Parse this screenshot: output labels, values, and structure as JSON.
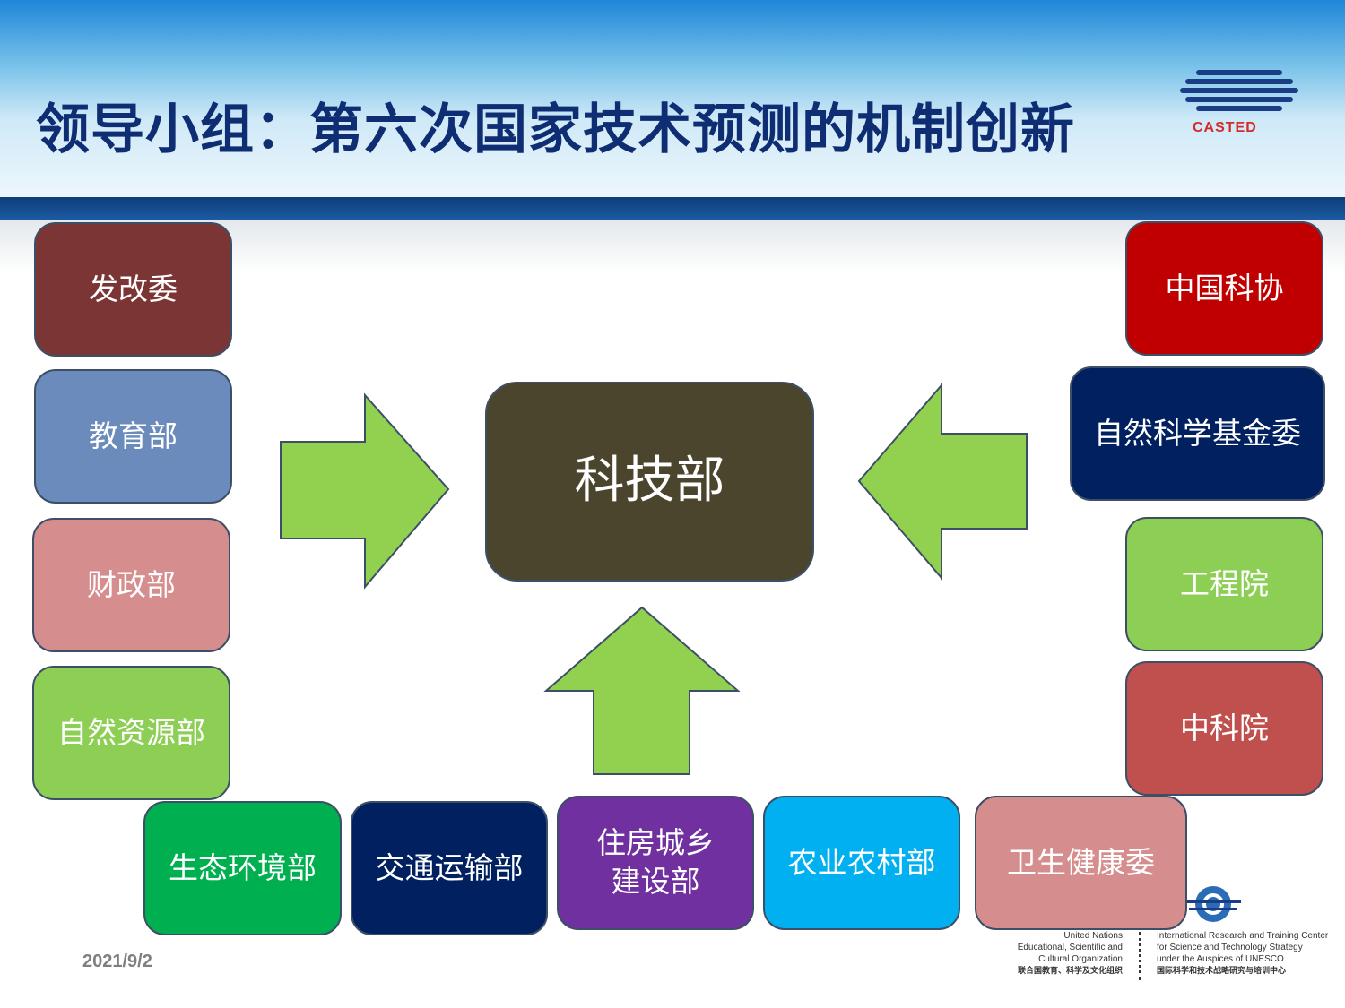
{
  "title": "领导小组：第六次国家技术预测的机制创新",
  "logo": {
    "text": "CASTED",
    "color": "#d42a2a"
  },
  "center": {
    "label": "科技部",
    "color": "#4b452d"
  },
  "boxes": {
    "fagaiwei": {
      "label": "发改委",
      "color": "#7b3535"
    },
    "jiaoyubu": {
      "label": "教育部",
      "color": "#6b8bbd"
    },
    "caizhengbu": {
      "label": "财政部",
      "color": "#d68d8d"
    },
    "ziranziyuanbu": {
      "label": "自然资源部",
      "color": "#8dcf55"
    },
    "shengtaihuanjingbu": {
      "label": "生态环境部",
      "color": "#00b050"
    },
    "jiaotongyunshubu": {
      "label": "交通运输部",
      "color": "#002060"
    },
    "zhufangchengxiang": {
      "label": "住房城乡\n建设部",
      "color": "#7030a0"
    },
    "nongyenongcunbu": {
      "label": "农业农村部",
      "color": "#00b0f0"
    },
    "weishengjiankangwei": {
      "label": "卫生健康委",
      "color": "#d68d8d"
    },
    "zhongguokexie": {
      "label": "中国科协",
      "color": "#c00000"
    },
    "zirankexuejijinwei": {
      "label": "自然科学基金委",
      "color": "#002060"
    },
    "gongchengyuan": {
      "label": "工程院",
      "color": "#8dcf55"
    },
    "zhongkeyuan": {
      "label": "中科院",
      "color": "#c0504d"
    }
  },
  "arrow_color": "#92d050",
  "date": "2021/9/2",
  "footer": {
    "left_lines": [
      "United Nations",
      "Educational, Scientific and",
      "Cultural Organization",
      "联合国教育、科学及文化组织"
    ],
    "right_lines": [
      "International Research and Training Center",
      "for Science and Technology Strategy",
      "under the Auspices of UNESCO",
      "国际科学和技术战略研究与培训中心"
    ]
  }
}
